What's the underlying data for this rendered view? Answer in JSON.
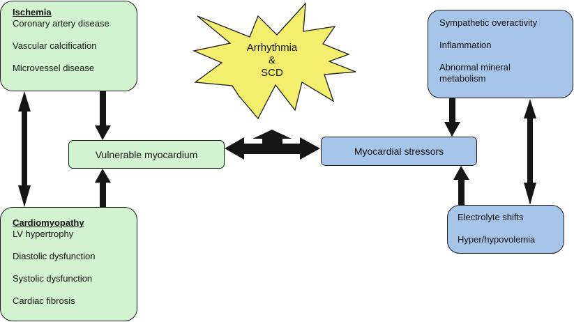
{
  "ischemia": {
    "title": "Ischemia",
    "items": [
      "Coronary artery disease",
      "Vascular calcification",
      "Microvessel disease"
    ]
  },
  "cardiomyopathy": {
    "title": "Cardiomyopathy",
    "items": [
      "LV hypertrophy",
      "Diastolic dysfunction",
      "Systolic dysfunction",
      "Cardiac fibrosis"
    ]
  },
  "vulnerable": {
    "label": "Vulnerable myocardium"
  },
  "stressors": {
    "label": "Myocardial stressors"
  },
  "burst": {
    "line1": "Arrhythmia",
    "line2": "&",
    "line3": "SCD"
  },
  "systemic": {
    "items": [
      "Sympathetic overactivity",
      "Inflammation",
      "Abnormal mineral metabolism"
    ]
  },
  "volume": {
    "items": [
      "Electrolyte shifts",
      "Hyper/hypovolemia"
    ]
  },
  "colors": {
    "green_box": "#d2f3cf",
    "blue_box": "#a6c5e8",
    "burst": "#f3ee6c",
    "arrow": "#151515"
  }
}
